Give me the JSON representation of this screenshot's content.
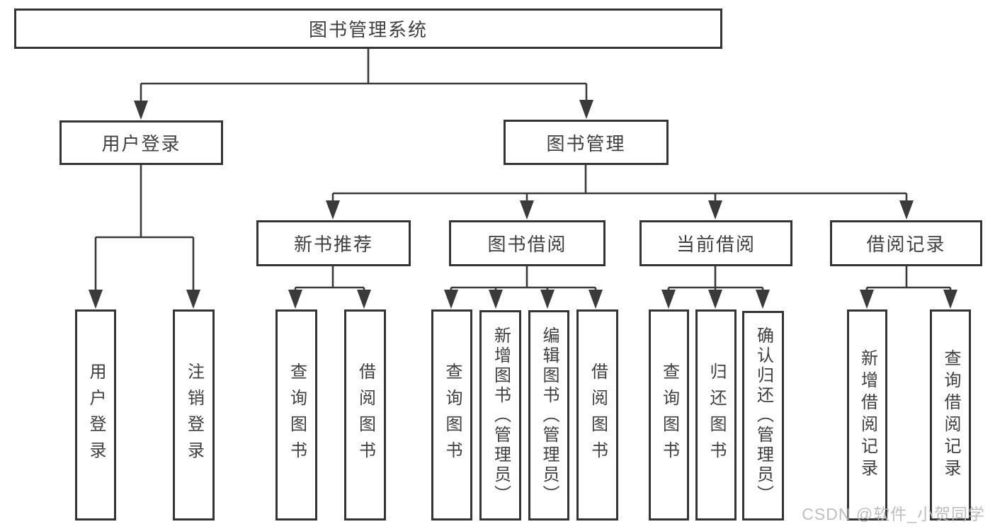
{
  "colors": {
    "bg": "#ffffff",
    "line": "#3a3a3a",
    "border": "#343434",
    "text": "#3f3f3f",
    "watermark": "#b9b9b9"
  },
  "tree": {
    "root": {
      "label": "图书管理系统",
      "children": [
        {
          "label": "用户登录",
          "children": [
            {
              "label": "用户登录"
            },
            {
              "label": "注销登录"
            }
          ]
        },
        {
          "label": "图书管理",
          "children": [
            {
              "label": "新书推荐",
              "children": [
                {
                  "label": "查询图书"
                },
                {
                  "label": "借阅图书"
                }
              ]
            },
            {
              "label": "图书借阅",
              "children": [
                {
                  "label": "查询图书"
                },
                {
                  "label": "新增图书（管理员）"
                },
                {
                  "label": "编辑图书（管理员）"
                },
                {
                  "label": "借阅图书"
                }
              ]
            },
            {
              "label": "当前借阅",
              "children": [
                {
                  "label": "查询图书"
                },
                {
                  "label": "归还图书"
                },
                {
                  "label": "确认归还（管理员）"
                }
              ]
            },
            {
              "label": "借阅记录",
              "children": [
                {
                  "label": "新增借阅记录"
                },
                {
                  "label": "查询借阅记录"
                }
              ]
            }
          ]
        }
      ]
    }
  },
  "watermark": {
    "text": "CSDN @软件_小贺同学"
  }
}
